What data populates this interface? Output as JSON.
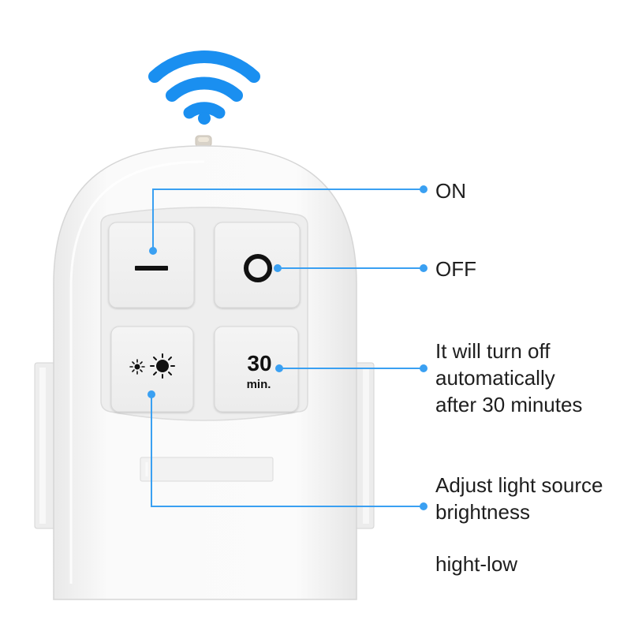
{
  "labels": {
    "on": "ON",
    "off": "OFF",
    "timer": [
      "It will turn off",
      "automatically",
      "after 30 minutes"
    ],
    "brightness": [
      "Adjust light source",
      "brightness"
    ],
    "range": "hight-low"
  },
  "keys": {
    "timer_number": "30",
    "timer_unit": "min."
  },
  "icons": {
    "signal": "wifi-signal-icon",
    "on_key": "minus-icon",
    "off_key": "circle-icon",
    "brightness_key": "sun-icon",
    "timer_key": "timer-30-icon"
  },
  "colors": {
    "signal": "#1a8ff0",
    "callout_line": "#3aa0f2",
    "remote_body": "#f6f6f6",
    "text": "#1e1e1e"
  }
}
